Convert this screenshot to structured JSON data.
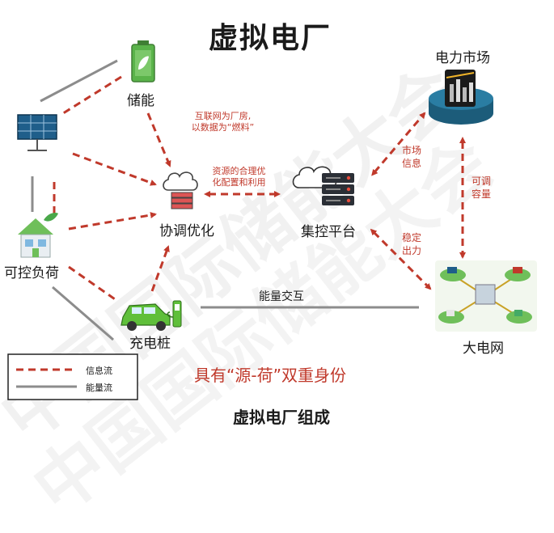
{
  "title": "虚拟电厂",
  "caption": "虚拟电厂组成",
  "subtitle": "具有“源-荷”双重身份",
  "watermark": [
    "中国国际储能大会",
    "中国国际储能大会"
  ],
  "nodes": {
    "storage": "储能",
    "controllable_load": "可控负荷",
    "charging_pile": "充电桩",
    "coordination": "协调优化",
    "control_platform": "集控平台",
    "power_market": "电力市场",
    "grid": "大电网"
  },
  "annotations": {
    "internet": [
      "互联网为厂房,",
      "以数据为“燃料”"
    ],
    "resource": [
      "资源的合理优",
      "化配置和利用"
    ],
    "market_info": [
      "市场",
      "信息"
    ],
    "adjustable": [
      "可调",
      "容量"
    ],
    "stable_output": [
      "稳定",
      "出力"
    ],
    "energy_exchange": "能量交互"
  },
  "legend": {
    "info_flow": "信息流",
    "energy_flow": "能量流"
  },
  "colors": {
    "info_flow": "#c0392b",
    "energy_flow": "#8c8c8c",
    "accent_text": "#c0392b"
  }
}
